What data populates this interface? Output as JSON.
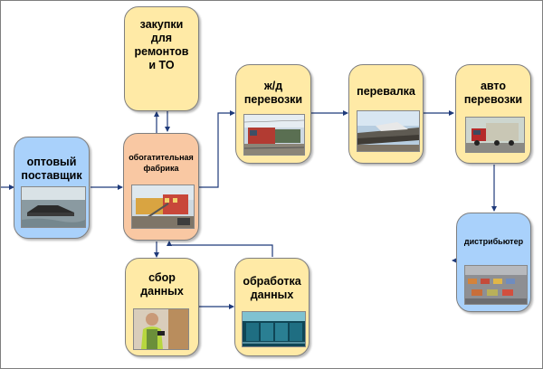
{
  "colors": {
    "node_yellow": "#ffeaa6",
    "node_blue": "#a9d1fb",
    "node_tan": "#f9c8a3",
    "connector": "#1f3a7a"
  },
  "nodes": {
    "wholesale_supplier": {
      "label": "оптовый поставщик",
      "picture": "coal-barge-photo"
    },
    "processing_plant": {
      "label": "обогатительная фабрика",
      "picture": "plant-conveyor-photo"
    },
    "procurement": {
      "label": "закупки для ремонтов и ТО"
    },
    "rail": {
      "label": "ж/д перевозки",
      "picture": "train-photo"
    },
    "transshipment": {
      "label": "перевалка",
      "picture": "rail-wagons-photo"
    },
    "auto": {
      "label": "авто перевозки",
      "picture": "truck-photo"
    },
    "distributor": {
      "label": "дистрибьютер",
      "picture": "warehouse-photo"
    },
    "data_collection": {
      "label": "сбор данных",
      "picture": "worker-scanner-photo"
    },
    "data_processing": {
      "label": "обработка данных",
      "picture": "server-room-photo"
    }
  }
}
